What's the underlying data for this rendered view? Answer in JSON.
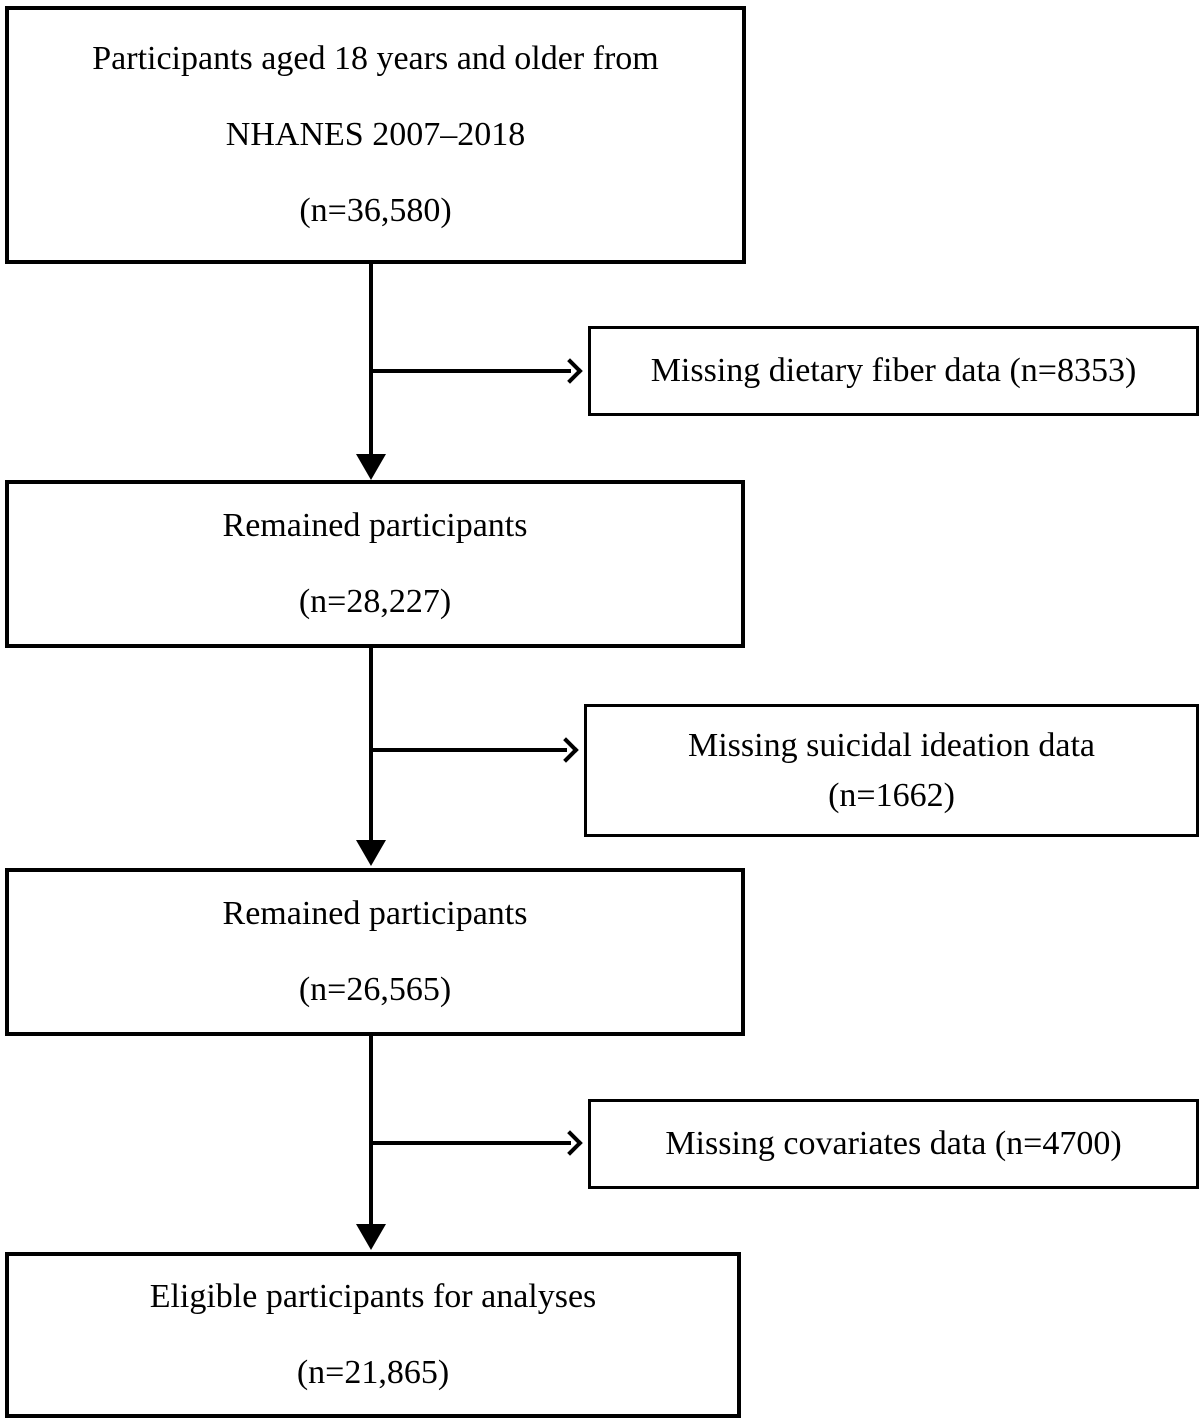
{
  "figure": {
    "colors": {
      "background": "#ffffff",
      "line": "#000000",
      "text": "#000000"
    },
    "main_boxes": [
      {
        "id": "initial-sample",
        "lines": [
          "Participants aged 18 years and older from",
          "NHANES 2007–2018",
          "(n=36,580)"
        ]
      },
      {
        "id": "remained-after-fiber",
        "lines": [
          "Remained participants",
          "(n=28,227)"
        ]
      },
      {
        "id": "remained-after-suicidal",
        "lines": [
          "Remained participants",
          "(n=26,565)"
        ]
      },
      {
        "id": "eligible-final",
        "lines": [
          "Eligible participants for analyses",
          "(n=21,865)"
        ]
      }
    ],
    "exclusion_boxes": [
      {
        "id": "missing-dietary-fiber",
        "lines": [
          "Missing dietary fiber data (n=8353)"
        ]
      },
      {
        "id": "missing-suicidal-ideation",
        "lines": [
          "Missing suicidal ideation data",
          "(n=1662)"
        ]
      },
      {
        "id": "missing-covariates",
        "lines": [
          "Missing covariates data (n=4700)"
        ]
      }
    ]
  }
}
